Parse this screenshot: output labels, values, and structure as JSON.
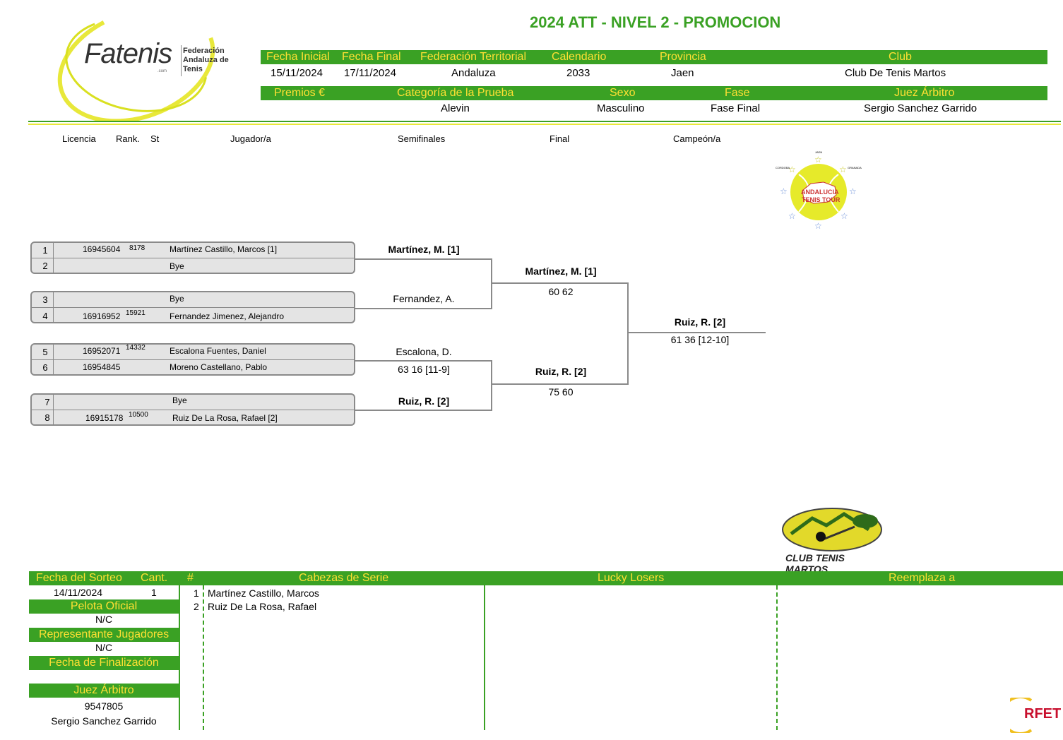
{
  "title": "2024 ATT - NIVEL 2 - PROMOCION",
  "logo": {
    "brand": "Fatenis",
    "line1": "Federación",
    "line2": "Andaluza de",
    "line3": "Tenis",
    "small": ".com"
  },
  "info1": {
    "headers": [
      "Fecha Inicial",
      "Fecha Final",
      "Federación Territorial",
      "Calendario",
      "Provincia",
      "Club"
    ],
    "values": [
      "15/11/2024",
      "17/11/2024",
      "Andaluza",
      "2033",
      "Jaen",
      "Club De Tenis Martos"
    ]
  },
  "info2": {
    "headers": [
      "Premios €",
      "Categoría de la Prueba",
      "Sexo",
      "Fase",
      "Juez Árbitro"
    ],
    "values": [
      "",
      "Alevin",
      "Masculino",
      "Fase Final",
      "Sergio Sanchez Garrido"
    ]
  },
  "columns": [
    "Licencia",
    "Rank.",
    "St",
    "Jugador/a",
    "Semifinales",
    "Final",
    "Campeón/a"
  ],
  "att_logo": {
    "line1": "ANDALUCIA",
    "line2": "TENIS TOUR",
    "city_top": "JAEN",
    "city_left": "CORDOBA",
    "city_right": "GRANADA"
  },
  "players": [
    {
      "num": "1",
      "licence": "16945604",
      "rank": "8178",
      "name": "Martínez Castillo, Marcos [1]"
    },
    {
      "num": "2",
      "licence": "",
      "rank": "",
      "name": "Bye"
    },
    {
      "num": "3",
      "licence": "",
      "rank": "",
      "name": "Bye"
    },
    {
      "num": "4",
      "licence": "16916952",
      "rank": "15921",
      "name": "Fernandez Jimenez, Alejandro"
    },
    {
      "num": "5",
      "licence": "16952071",
      "rank": "14332",
      "name": "Escalona Fuentes, Daniel"
    },
    {
      "num": "6",
      "licence": "16954845",
      "rank": "",
      "name": "Moreno Castellano, Pablo"
    },
    {
      "num": "7",
      "licence": "",
      "rank": "",
      "name": "Bye"
    },
    {
      "num": "8",
      "licence": "16915178",
      "rank": "10500",
      "name": "Ruiz De La Rosa, Rafael [2]"
    }
  ],
  "semis": [
    {
      "name": "Martínez, M. [1]",
      "score": ""
    },
    {
      "name": "Fernandez, A.",
      "score": ""
    },
    {
      "name": "Escalona, D.",
      "score": "63 16 [11-9]"
    },
    {
      "name": "Ruiz, R. [2]",
      "score": ""
    }
  ],
  "final": [
    {
      "name": "Martínez, M. [1]",
      "score": "60 62"
    },
    {
      "name": "Ruiz, R. [2]",
      "score": "75 60"
    }
  ],
  "champion": {
    "name": "Ruiz, R. [2]",
    "score": "61 36 [12-10]"
  },
  "club_logo": "CLUB TENIS MARTOS",
  "bottom": {
    "draw_date_label": "Fecha del Sorteo",
    "draw_date": "14/11/2024",
    "count_label": "Cant.",
    "count": "1",
    "hash_label": "#",
    "seeds_label": "Cabezas de Serie",
    "lucky_label": "Lucky Losers",
    "replaces_label": "Reemplaza a",
    "seeds": [
      {
        "num": "1",
        "name": "Martínez Castillo, Marcos"
      },
      {
        "num": "2",
        "name": "Ruiz De La Rosa, Rafael"
      }
    ],
    "ball_label": "Pelota Oficial",
    "ball": "N/C",
    "rep_label": "Representante Jugadores",
    "rep": "N/C",
    "end_label": "Fecha de Finalización",
    "end": "",
    "ref_label": "Juez Árbitro",
    "ref_id": "9547805",
    "ref_name": "Sergio Sanchez Garrido"
  },
  "rfet": "RFET",
  "colors": {
    "green": "#3aa124",
    "yellow": "#ffe033",
    "title_green": "#3aa124"
  }
}
